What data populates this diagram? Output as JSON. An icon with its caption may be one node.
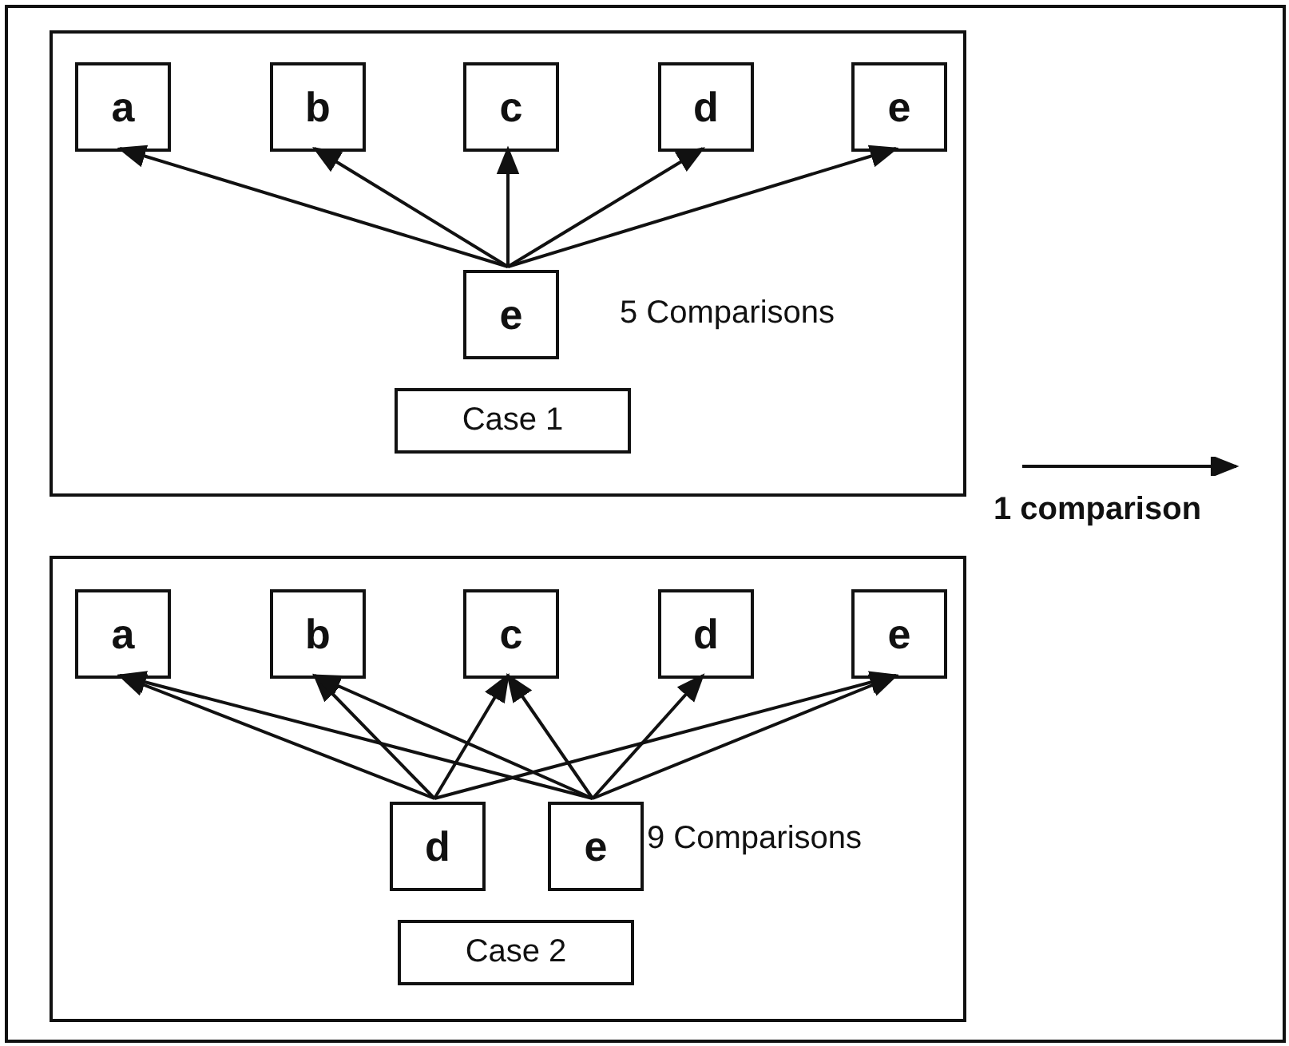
{
  "diagram": {
    "nodes": [
      {
        "text": [],
        "shape": "box"
      },
      {
        "text": [
          "a"
        ],
        "in": 0
      },
      {
        "text": [
          "b"
        ],
        "in": 0
      },
      {
        "text": [
          "c"
        ],
        "in": 0
      },
      {
        "text": [
          "d"
        ],
        "in": 0
      },
      {
        "text": [
          "e"
        ],
        "in": 0
      },
      {
        "text": [
          "e"
        ],
        "in": 0,
        "beside": [
          "5 Comparisons"
        ]
      },
      {
        "text": [
          "Case 1"
        ],
        "in": 0
      },
      {
        "text": [],
        "shape": "box"
      },
      {
        "text": [
          "a"
        ],
        "in": 8
      },
      {
        "text": [
          "b"
        ],
        "in": 8
      },
      {
        "text": [
          "c"
        ],
        "in": 8
      },
      {
        "text": [
          "d"
        ],
        "in": 8
      },
      {
        "text": [
          "e"
        ],
        "in": 8
      },
      {
        "text": [
          "d"
        ],
        "in": 8
      },
      {
        "text": [
          "e"
        ],
        "in": 8,
        "beside": [
          "9 Comparisons"
        ]
      },
      {
        "text": [
          "Case 2"
        ],
        "in": 8
      }
    ],
    "edges": [
      {
        "from": 6,
        "to": 1,
        "arrow": "to"
      },
      {
        "from": 6,
        "to": 2,
        "arrow": "to"
      },
      {
        "from": 6,
        "to": 3,
        "arrow": "to"
      },
      {
        "from": 6,
        "to": 4,
        "arrow": "to"
      },
      {
        "from": 6,
        "to": 5,
        "arrow": "to"
      },
      {
        "from": 14,
        "to": 9,
        "arrow": "to"
      },
      {
        "from": 14,
        "to": 10,
        "arrow": "to"
      },
      {
        "from": 14,
        "to": 11,
        "arrow": "to"
      },
      {
        "from": 14,
        "to": 13,
        "arrow": "to"
      },
      {
        "from": 15,
        "to": 9,
        "arrow": "to"
      },
      {
        "from": 15,
        "to": 10,
        "arrow": "to"
      },
      {
        "from": 15,
        "to": 11,
        "arrow": "to"
      },
      {
        "from": 15,
        "to": 12,
        "arrow": "to"
      },
      {
        "from": 15,
        "to": 13,
        "arrow": "to"
      }
    ],
    "legend": [
      {
        "text": "1 comparison"
      }
    ]
  }
}
